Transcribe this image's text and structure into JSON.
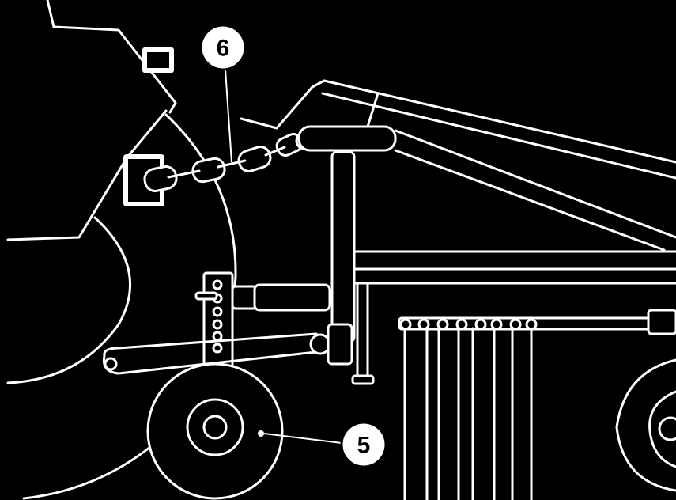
{
  "callouts": [
    {
      "id": "chain",
      "label": "6"
    },
    {
      "id": "wheel",
      "label": "5"
    }
  ],
  "colors": {
    "background": "#000000",
    "lines": "#ffffff"
  }
}
